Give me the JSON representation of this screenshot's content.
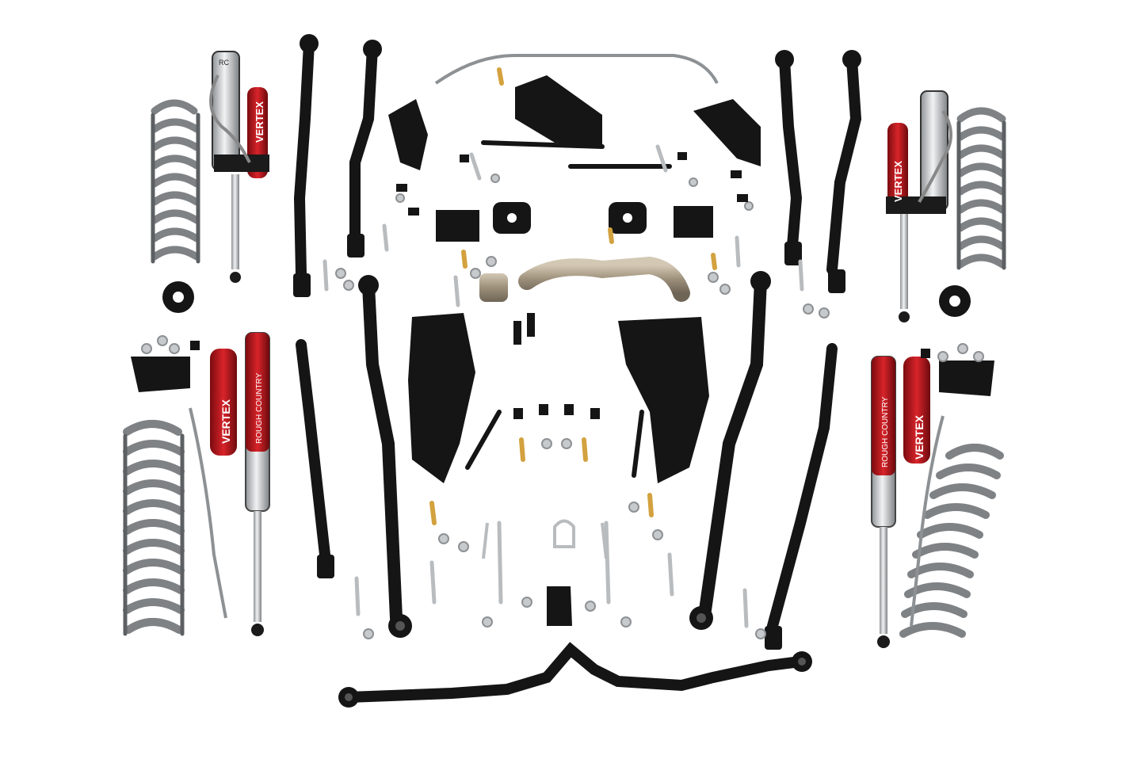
{
  "image": {
    "background": "#ffffff",
    "colors": {
      "part_black": "#151515",
      "spring_gray": "#8e9194",
      "spring_dark": "#55585b",
      "shock_silver": "#c9ccce",
      "shock_red": "#c8161d",
      "bolt_silver": "#b9bcbf",
      "bolt_gold": "#d3a23f",
      "exhaust_steel": "#a79b88"
    },
    "brand": {
      "shock_text": "VERTEX",
      "cap_text": "RC",
      "series_text": "ROUGH COUNTRY"
    }
  }
}
